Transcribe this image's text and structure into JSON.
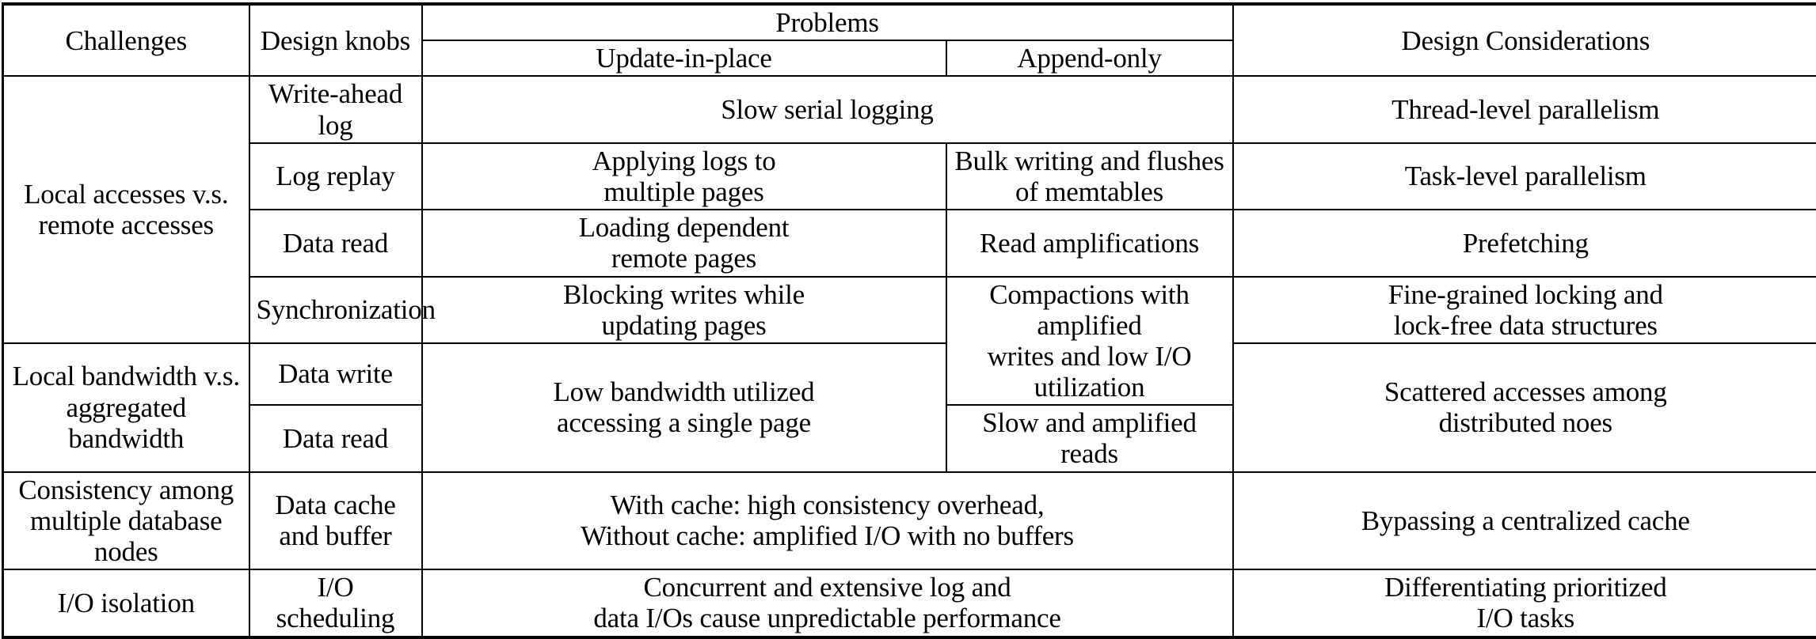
{
  "table": {
    "caption_visible": false,
    "columns": {
      "challenges": "Challenges",
      "design_knobs": "Design knobs",
      "problems": "Problems",
      "update_in_place": "Update-in-place",
      "append_only": "Append-only",
      "design_considerations": "Design Considerations"
    },
    "rows": [
      {
        "id": "write-ahead-log",
        "challenge": "Local accesses v.s. remote accesses",
        "challenge_lines": [
          "Local accesses v.s.",
          "remote accesses"
        ],
        "knob": "Write-ahead log",
        "problem_spans_both": true,
        "problem_shared": "Slow serial logging",
        "update_in_place": "",
        "append_only": "",
        "design_consideration": "Thread-level parallelism",
        "design_consideration_lines": [
          "Thread-level parallelism"
        ]
      },
      {
        "id": "log-replay",
        "knob": "Log replay",
        "problem_spans_both": false,
        "update_in_place": "Applying logs to multiple pages",
        "update_in_place_lines": [
          "Applying logs to",
          "multiple pages"
        ],
        "append_only": "Bulk writing and flushes of memtables",
        "append_only_lines": [
          "Bulk writing and flushes",
          "of memtables"
        ],
        "design_consideration": "Task-level parallelism",
        "design_consideration_lines": [
          "Task-level parallelism"
        ]
      },
      {
        "id": "data-read-1",
        "knob": "Data read",
        "problem_spans_both": false,
        "update_in_place": "Loading dependent remote pages",
        "update_in_place_lines": [
          "Loading dependent",
          "remote pages"
        ],
        "append_only": "Read amplifications",
        "append_only_lines": [
          "Read amplifications"
        ],
        "design_consideration": "Prefetching",
        "design_consideration_lines": [
          "Prefetching"
        ]
      },
      {
        "id": "synchronization",
        "knob": "Synchronization",
        "problem_spans_both": false,
        "update_in_place": "Blocking writes while updating pages",
        "update_in_place_lines": [
          "Blocking writes while",
          "updating pages"
        ],
        "append_only": "Compactions with amplified writes and low I/O utilization",
        "append_only_lines": [
          "Compactions with amplified",
          "writes and low I/O utilization"
        ],
        "append_only_rowspan": 2,
        "design_consideration": "Fine-grained locking and lock-free data structures",
        "design_consideration_lines": [
          "Fine-grained locking and",
          "lock-free data structures"
        ]
      },
      {
        "id": "data-write",
        "challenge": "Local bandwidth v.s. aggregated bandwidth",
        "challenge_lines": [
          "Local bandwidth v.s.",
          "aggregated bandwidth"
        ],
        "challenge_rowspan": 2,
        "knob": "Data write",
        "problem_spans_both": false,
        "update_in_place": "Low bandwidth utilized accessing a single page",
        "update_in_place_lines": [
          "Low bandwidth utilized",
          "accessing a single page"
        ],
        "update_in_place_rowspan": 2,
        "design_consideration": "Scattered accesses among distributed noes",
        "design_consideration_lines": [
          "Scattered accesses among",
          "distributed noes"
        ],
        "design_consideration_rowspan": 2
      },
      {
        "id": "data-read-2",
        "knob": "Data read",
        "problem_spans_both": false,
        "append_only": "Slow and amplified reads",
        "append_only_lines": [
          "Slow and amplified reads"
        ]
      },
      {
        "id": "data-cache-and-buffer",
        "challenge": "Consistency among multiple database nodes",
        "challenge_lines": [
          "Consistency among",
          "multiple database nodes"
        ],
        "knob": "Data cache and buffer",
        "knob_lines": [
          "Data cache",
          "and buffer"
        ],
        "problem_spans_both": true,
        "problem_shared": "With cache: high consistency overhead, Without cache: amplified I/O with no buffers",
        "problem_shared_lines": [
          "With cache: high consistency overhead,",
          "Without cache: amplified I/O with no buffers"
        ],
        "design_consideration": "Bypassing a centralized cache",
        "design_consideration_lines": [
          "Bypassing a centralized cache"
        ]
      },
      {
        "id": "io-scheduling",
        "challenge": "I/O isolation",
        "challenge_lines": [
          "I/O isolation"
        ],
        "knob": "I/O scheduling",
        "knob_lines": [
          "I/O scheduling"
        ],
        "problem_spans_both": true,
        "problem_shared": "Concurrent and extensive log and data I/Os cause unpredictable performance",
        "problem_shared_lines": [
          "Concurrent and extensive log and",
          "data I/Os cause unpredictable performance"
        ],
        "design_consideration": "Differentiating prioritized I/O tasks",
        "design_consideration_lines": [
          "Differentiating prioritized",
          "I/O tasks"
        ]
      }
    ]
  },
  "style": {
    "border_color": "#000000",
    "background": "#ffffff",
    "text_color": "#000000"
  }
}
